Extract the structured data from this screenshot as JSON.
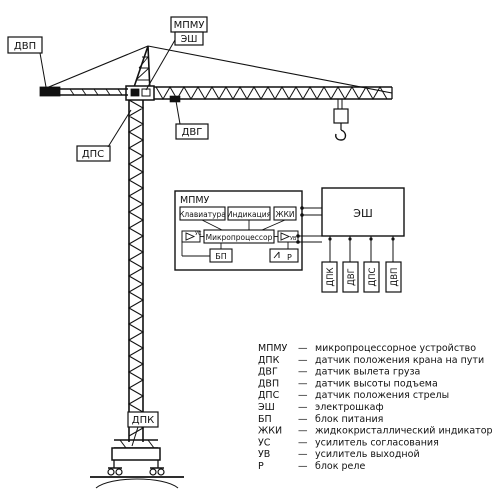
{
  "labels": {
    "mpmu_top": "МПМУ",
    "esh_top": "ЭШ",
    "dvp_top": "ДВП",
    "dvg_top": "ДВГ",
    "dps_top": "ДПС",
    "dpk_bottom": "ДПК"
  },
  "block": {
    "mpmu": "МПМУ",
    "keyboard": "Клавиатура",
    "indication": "Индикация",
    "zhki": "ЖКИ",
    "cpu": "Микропроцессор",
    "us": "УС",
    "uv": "УВ",
    "bp": "БП",
    "relay": "Р",
    "esh": "ЭШ",
    "sensors": [
      "ДПК",
      "ДВГ",
      "ДПС",
      "ДВП"
    ]
  },
  "legend": [
    {
      "abbr": "МПМУ",
      "desc": "микропроцессорное устройство"
    },
    {
      "abbr": "ДПК",
      "desc": "датчик положения крана на пути"
    },
    {
      "abbr": "ДВГ",
      "desc": "датчик вылета груза"
    },
    {
      "abbr": "ДВП",
      "desc": "датчик высоты подъема"
    },
    {
      "abbr": "ДПС",
      "desc": "датчик положения стрелы"
    },
    {
      "abbr": "ЭШ",
      "desc": "электрошкаф"
    },
    {
      "abbr": "БП",
      "desc": "блок питания"
    },
    {
      "abbr": "ЖКИ",
      "desc": "жидкокристаллический индикатор"
    },
    {
      "abbr": "УС",
      "desc": "усилитель согласования"
    },
    {
      "abbr": "УВ",
      "desc": "усилитель выходной"
    },
    {
      "abbr": "Р",
      "desc": "блок реле"
    }
  ],
  "legend_dash": "—"
}
